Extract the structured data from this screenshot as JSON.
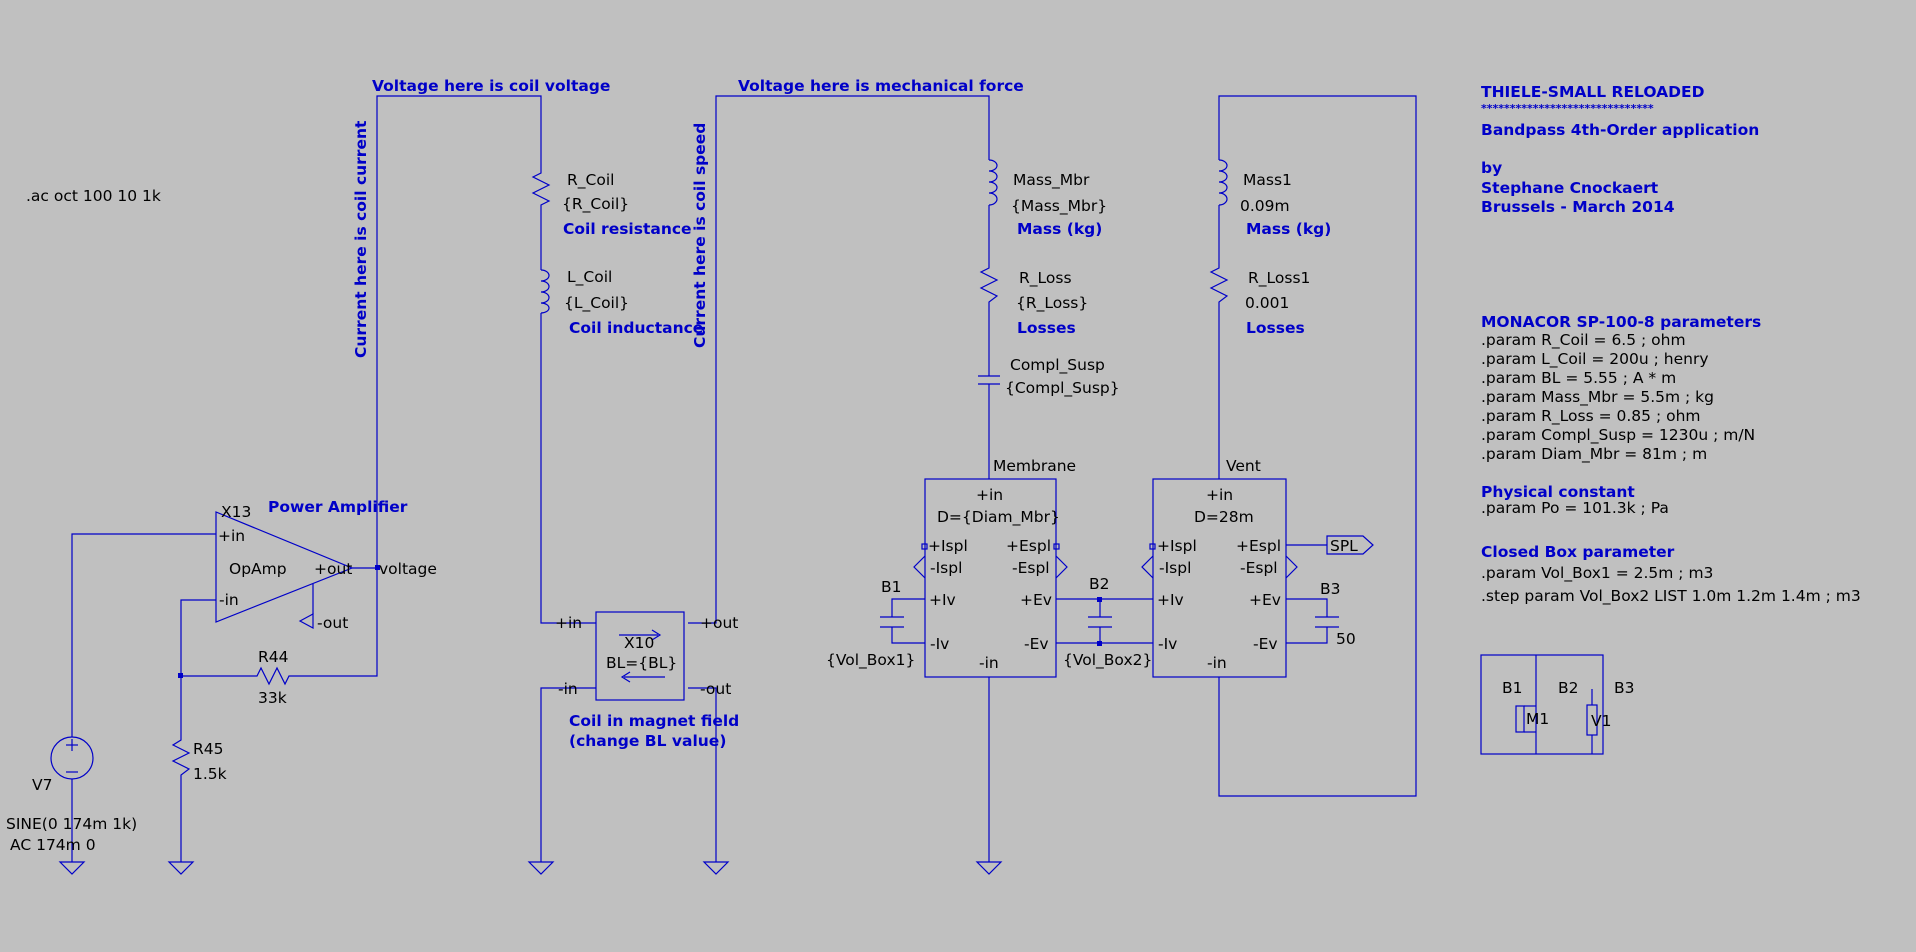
{
  "directive": ".ac oct 100 10 1k",
  "comments": {
    "coil_voltage": "Voltage here is coil voltage",
    "mech_force": "Voltage here is mechanical force",
    "coil_current": "Current here is coil current",
    "coil_speed": "Current here is coil speed",
    "power_amp": "Power Amplifier",
    "magnet_line1": "Coil in magnet field",
    "magnet_line2": "(change BL value)"
  },
  "components": {
    "r_coil": {
      "name": "R_Coil",
      "value": "{R_Coil}",
      "note": "Coil resistance"
    },
    "l_coil": {
      "name": "L_Coil",
      "value": "{L_Coil}",
      "note": "Coil inductance"
    },
    "mass_mbr": {
      "name": "Mass_Mbr",
      "value": "{Mass_Mbr}",
      "note": "Mass (kg)"
    },
    "r_loss": {
      "name": "R_Loss",
      "value": "{R_Loss}",
      "note": "Losses"
    },
    "compl_susp": {
      "name": "Compl_Susp",
      "value": "{Compl_Susp}"
    },
    "mass1": {
      "name": "Mass1",
      "value": "0.09m",
      "note": "Mass (kg)"
    },
    "r_loss1": {
      "name": "R_Loss1",
      "value": "0.001",
      "note": "Losses"
    },
    "x13": {
      "name": "X13",
      "type": "OpAmp",
      "pin_in_plus": "+in",
      "pin_in_minus": "-in",
      "pin_out_plus": "+out",
      "pin_out_minus": "-out"
    },
    "r44": {
      "name": "R44",
      "value": "33k"
    },
    "r45": {
      "name": "R45",
      "value": "1.5k"
    },
    "v7": {
      "name": "V7",
      "value1": "SINE(0 174m 1k)",
      "value2": "AC 174m 0"
    },
    "x10": {
      "name": "X10",
      "value": "BL={BL}",
      "pin_in_plus": "+in",
      "pin_in_minus": "-in",
      "pin_out_plus": "+out",
      "pin_out_minus": "-out"
    },
    "membrane": {
      "label": "Membrane",
      "pin_top": "+in",
      "param": "D={Diam_Mbr}",
      "ispl_p": "+Ispl",
      "espl_p": "+Espl",
      "ispl_m": "-Ispl",
      "espl_m": "-Espl",
      "iv_p": "+Iv",
      "ev_p": "+Ev",
      "iv_m": "-Iv",
      "ev_m": "-Ev",
      "pin_bottom": "-in"
    },
    "vent": {
      "label": "Vent",
      "pin_top": "+in",
      "param": "D=28m",
      "ispl_p": "+Ispl",
      "espl_p": "+Espl",
      "ispl_m": "-Ispl",
      "espl_m": "-Espl",
      "iv_p": "+Iv",
      "ev_p": "+Ev",
      "iv_m": "-Iv",
      "ev_m": "-Ev",
      "pin_bottom": "-in"
    },
    "b1": {
      "name": "B1",
      "value": "{Vol_Box1}"
    },
    "b2": {
      "name": "B2",
      "value": "{Vol_Box2}"
    },
    "b3": {
      "name": "B3",
      "value": "50"
    }
  },
  "net_labels": {
    "voltage": "voltage",
    "spl": "SPL"
  },
  "info": {
    "title": "THIELE-SMALL RELOADED",
    "stars": "******************************",
    "subtitle": "Bandpass 4th-Order application",
    "by": "by",
    "author": "Stephane Cnockaert",
    "place": "Brussels - March 2014",
    "monacor_title": "MONACOR SP-100-8 parameters",
    "params": [
      ".param R_Coil = 6.5 ; ohm",
      ".param L_Coil = 200u ; henry",
      ".param BL = 5.55 ; A * m",
      ".param Mass_Mbr = 5.5m ; kg",
      ".param R_Loss = 0.85 ; ohm",
      ".param Compl_Susp = 1230u ; m/N",
      ".param Diam_Mbr = 81m ; m"
    ],
    "phys_title": "Physical constant",
    "phys_param": ".param Po = 101.3k ; Pa",
    "box_title": "Closed Box parameter",
    "box_params": [
      ".param Vol_Box1 = 2.5m ; m3",
      ".step param Vol_Box2 LIST  1.0m 1.2m 1.4m ; m3"
    ]
  },
  "legend": {
    "b1": "B1",
    "b2": "B2",
    "b3": "B3",
    "m1": "M1",
    "v1": "V1"
  }
}
